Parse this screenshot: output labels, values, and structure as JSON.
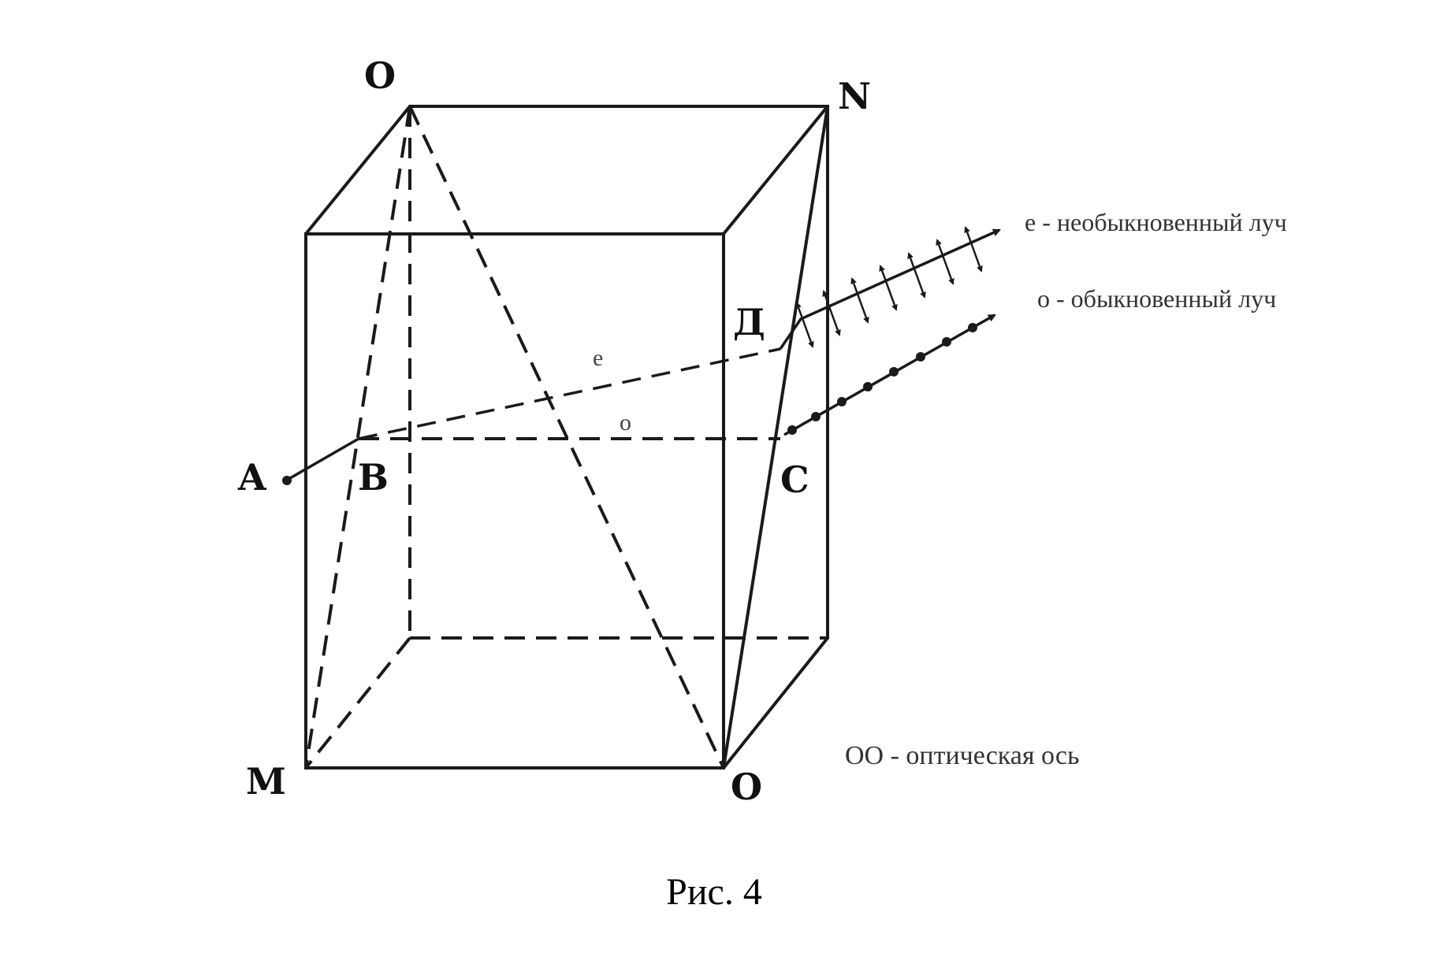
{
  "vertex_labels": {
    "top_o": "O",
    "top_n": "N",
    "d": "Д",
    "a": "A",
    "b": "B",
    "c": "C",
    "m": "M",
    "bottom_o": "O"
  },
  "ray_tags": {
    "e": "e",
    "o": "o"
  },
  "legend": {
    "extraordinary": "e - необыкновенный луч",
    "ordinary": "о - обыкновенный луч",
    "axis": "ОО - оптическая ось"
  },
  "caption": "Рис. 4"
}
